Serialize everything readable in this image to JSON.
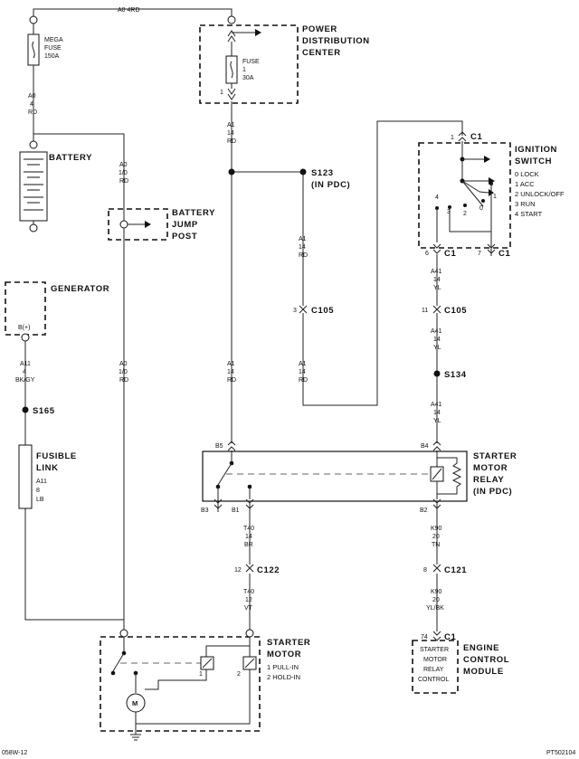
{
  "wires": {
    "a0_top": "A0   4RD",
    "a0_left": [
      "A0",
      "4",
      "RD"
    ],
    "a0_mid": [
      "A0",
      "1/0",
      "RD"
    ],
    "a0_lower": [
      "A0",
      "1/0",
      "RD"
    ],
    "a1_top": [
      "A1",
      "14",
      "RD"
    ],
    "a1_mid": [
      "A1",
      "14",
      "RD"
    ],
    "a1_right": [
      "A1",
      "14",
      "RD"
    ],
    "a1_right_lower": [
      "A1",
      "14",
      "RD"
    ],
    "a11": [
      "A11",
      "4",
      "BK/GY"
    ],
    "a41_1": [
      "A41",
      "14",
      "YL"
    ],
    "a41_2": [
      "A41",
      "14",
      "YL"
    ],
    "a41_3": [
      "A41",
      "14",
      "YL"
    ],
    "t40_1": [
      "T40",
      "14",
      "BR"
    ],
    "t40_2": [
      "T40",
      "12",
      "VT"
    ],
    "k90_1": [
      "K90",
      "20",
      "TN"
    ],
    "k90_2": [
      "K90",
      "20",
      "YL/BK"
    ]
  },
  "components": {
    "mega_fuse": [
      "MEGA",
      "FUSE",
      "150A"
    ],
    "battery": "BATTERY",
    "battery_jump_post": [
      "BATTERY",
      "JUMP",
      "POST"
    ],
    "pdc": [
      "POWER",
      "DISTRIBUTION",
      "CENTER"
    ],
    "pdc_fuse": [
      "FUSE",
      "1",
      "30A"
    ],
    "pdc_pin": "1",
    "generator": "GENERATOR",
    "generator_pin": "B(+)",
    "fusible_link": [
      "FUSIBLE",
      "LINK"
    ],
    "fusible_link_specs": [
      "A11",
      "8",
      "LB"
    ],
    "ignition_switch": [
      "IGNITION",
      "SWITCH"
    ],
    "ignition_positions": [
      "0 LOCK",
      "1 ACC",
      "2 UNLOCK/OFF",
      "3 RUN",
      "4 START"
    ],
    "ignition_contacts": [
      "4",
      "3",
      "2",
      "0",
      "1"
    ],
    "starter_relay": [
      "STARTER",
      "MOTOR",
      "RELAY",
      "(IN PDC)"
    ],
    "starter_motor": [
      "STARTER",
      "MOTOR"
    ],
    "starter_motor_coils": [
      "1 PULL-IN",
      "2 HOLD-IN"
    ],
    "starter_coil_numbers": [
      "1",
      "2"
    ],
    "motor_symbol": "M",
    "ecm": [
      "ENGINE",
      "CONTROL",
      "MODULE"
    ],
    "ecm_inner": [
      "STARTER",
      "MOTOR",
      "RELAY",
      "CONTROL"
    ]
  },
  "connectors": {
    "c1_top": "C1",
    "c1_top_pin": "1",
    "c1_left": "C1",
    "c1_left_pin": "6",
    "c1_right": "C1",
    "c1_right_pin": "7",
    "c105_left": "C105",
    "c105_left_pin": "3",
    "c105_right": "C105",
    "c105_right_pin": "11",
    "c122": "C122",
    "c122_pin": "12",
    "c121": "C121",
    "c121_pin": "8",
    "c1_ecm": "C1",
    "c1_ecm_pin": "74"
  },
  "splices": {
    "s123": [
      "S123",
      "(IN PDC)"
    ],
    "s134": "S134",
    "s165": "S165"
  },
  "relay_pins": {
    "b5": "B5",
    "b4": "B4",
    "b3": "B3",
    "b1": "B1",
    "b2": "B2"
  },
  "footer": {
    "left": "058W-12",
    "right": "PT502104"
  }
}
